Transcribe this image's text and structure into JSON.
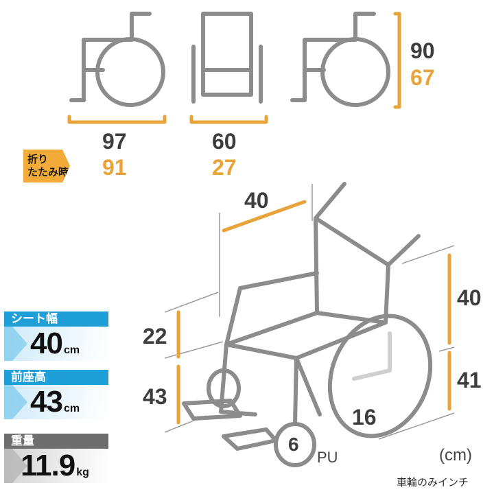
{
  "top_views": {
    "length": "97",
    "length_folded": "91",
    "width": "60",
    "width_folded": "27",
    "height": "90",
    "height_folded": "67"
  },
  "fold_badge": {
    "line1": "折り",
    "line2": "たたみ時"
  },
  "dimensions": {
    "seat_depth": "40",
    "backrest_height": "40",
    "armrest_height": "22",
    "front_seat_height": "43",
    "rear_seat_height": "41",
    "rear_wheel_inch": "16",
    "caster_inch": "6",
    "caster_type": "PU"
  },
  "specs": {
    "seat_width": {
      "label": "シート幅",
      "value": "40",
      "unit": "cm"
    },
    "front_seat_height": {
      "label": "前座高",
      "value": "43",
      "unit": "cm"
    },
    "weight": {
      "label": "重量",
      "value": "11.9",
      "unit": "kg"
    }
  },
  "unit_note": "(cm)",
  "wheel_note": "車輪のみインチ",
  "colors": {
    "frame": "#8c8c8c",
    "accent": "#e8a43a",
    "blue": "#1f9fd8",
    "text": "#3d3d3d"
  }
}
